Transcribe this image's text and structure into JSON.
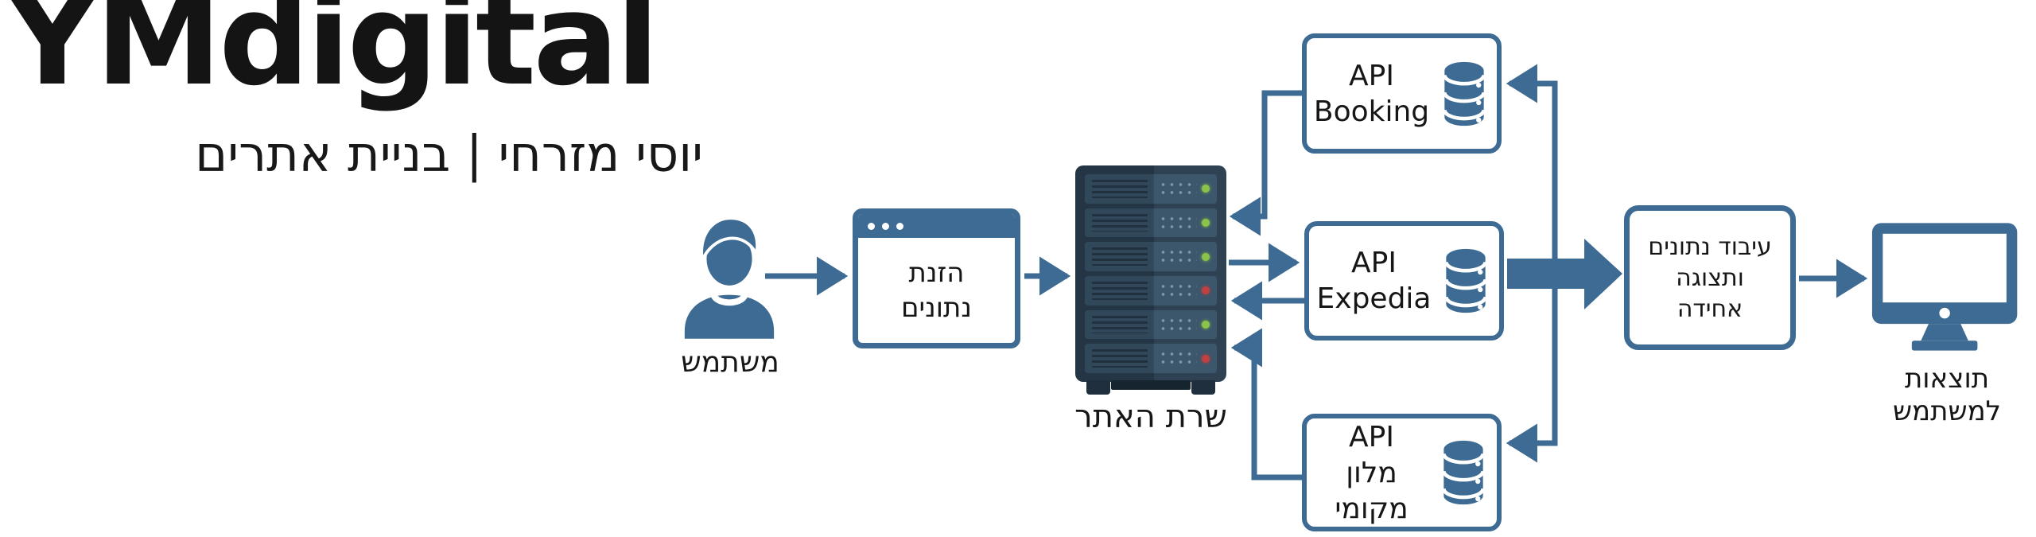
{
  "brand": {
    "logo": "YMdigital",
    "tagline": "יוסי מזרחי | בניית אתרים"
  },
  "colors": {
    "accent": "#3d6b93",
    "server_body": "#2c3e50",
    "led_green": "#8bc34a",
    "led_red": "#bf4040",
    "text": "#111111",
    "background": "#ffffff"
  },
  "nodes": {
    "user": {
      "icon": "user-icon",
      "label": "משתמש"
    },
    "data_entry": {
      "icon": "browser-window-icon",
      "lines": [
        "הזנת",
        "נתונים"
      ]
    },
    "server": {
      "icon": "server-rack-icon",
      "label": "שרת האתר",
      "leds": [
        "green",
        "green",
        "green",
        "red",
        "green",
        "red"
      ]
    },
    "api_booking": {
      "icon": "database-icon",
      "lines": [
        "API",
        "Booking"
      ]
    },
    "api_expedia": {
      "icon": "database-icon",
      "lines": [
        "API",
        "Expedia"
      ]
    },
    "api_local_hotel": {
      "icon": "database-icon",
      "lines": [
        "API",
        "מלון מקומי"
      ]
    },
    "processing": {
      "lines": [
        "עיבוד נתונים",
        "ותצוגה",
        "אחידה"
      ]
    },
    "results": {
      "icon": "monitor-icon",
      "lines": [
        "תוצאות",
        "למשתמש"
      ]
    }
  }
}
